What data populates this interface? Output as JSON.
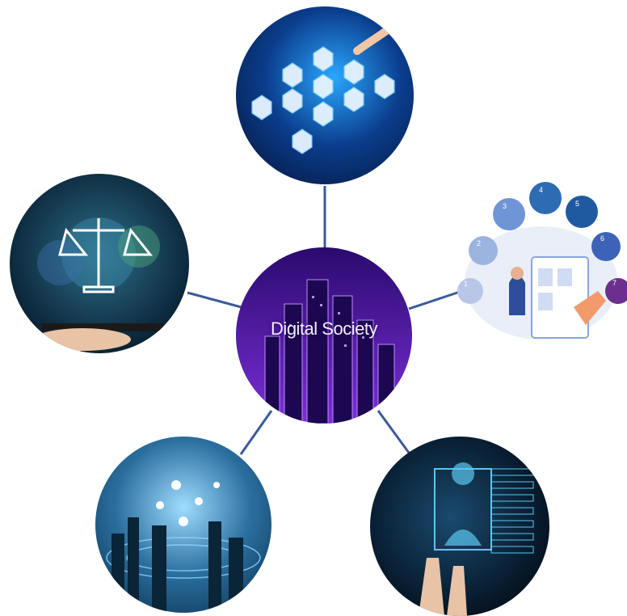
{
  "center": {
    "title": "Digital Society",
    "colors": {
      "bg_top": "#2a0a6e",
      "bg_bottom": "#7b2fd8",
      "glow": "#c08cff"
    }
  },
  "connectors": {
    "color": "#3b5a9a"
  },
  "nodes": [
    {
      "id": "top",
      "icon": "hexagon-network-icon",
      "colors": {
        "bg": "#0b3d8c",
        "accent": "#1fb6ff"
      }
    },
    {
      "id": "left",
      "icon": "law-scales-icon",
      "colors": {
        "bg": "#0d2a3e",
        "accent": "#4fb6c9"
      }
    },
    {
      "id": "right",
      "icon": "online-shopping-steps-icon",
      "step_numbers": [
        "1",
        "2",
        "3",
        "4",
        "5",
        "6",
        "7"
      ],
      "colors": {
        "accent": "#2d6cb3",
        "purple": "#6b2f8f"
      }
    },
    {
      "id": "bottom-left",
      "icon": "smart-city-network-icon",
      "colors": {
        "bg": "#0e3a5c",
        "accent": "#8fd8ff"
      }
    },
    {
      "id": "bottom-right",
      "icon": "digital-identity-scan-icon",
      "colors": {
        "bg": "#071a2c",
        "accent": "#5ac8f0"
      }
    }
  ]
}
